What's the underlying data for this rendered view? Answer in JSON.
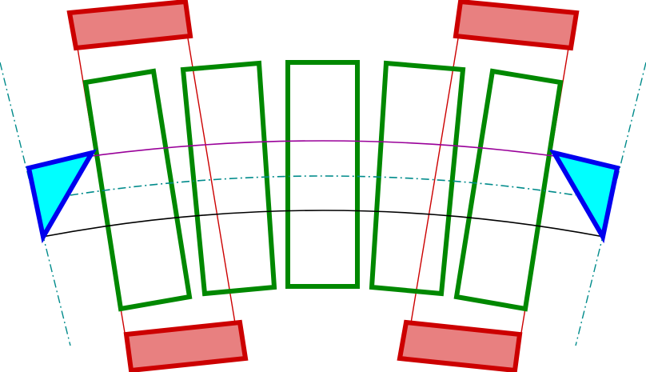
{
  "diagram": {
    "colors": {
      "background": "#ffffff",
      "magnet_stroke": "#cc0000",
      "magnet_fill": "#e88080",
      "beam_edge_line": "#cc0000",
      "gap_box_stroke": "#008800",
      "prism_stroke": "#0000ee",
      "prism_fill": "#00ffff",
      "upper_curve": "#990099",
      "middle_curve": "#008b8b",
      "lower_curve": "#000000",
      "side_axis": "#008b8b"
    },
    "elements": [
      {
        "kind": "magnet-block",
        "name": "magnet-block-top-left"
      },
      {
        "kind": "magnet-block",
        "name": "magnet-block-top-right"
      },
      {
        "kind": "magnet-block",
        "name": "magnet-block-bottom-left"
      },
      {
        "kind": "magnet-block",
        "name": "magnet-block-bottom-right"
      },
      {
        "kind": "gap-box",
        "name": "gap-box-1"
      },
      {
        "kind": "gap-box",
        "name": "gap-box-2"
      },
      {
        "kind": "gap-box",
        "name": "gap-box-3"
      },
      {
        "kind": "gap-box",
        "name": "gap-box-4"
      },
      {
        "kind": "gap-box",
        "name": "gap-box-5"
      },
      {
        "kind": "prism",
        "name": "prism-left"
      },
      {
        "kind": "prism",
        "name": "prism-right"
      },
      {
        "kind": "curve",
        "name": "upper-trajectory-curve"
      },
      {
        "kind": "curve",
        "name": "middle-dashdot-curve"
      },
      {
        "kind": "curve",
        "name": "lower-trajectory-curve"
      }
    ]
  }
}
